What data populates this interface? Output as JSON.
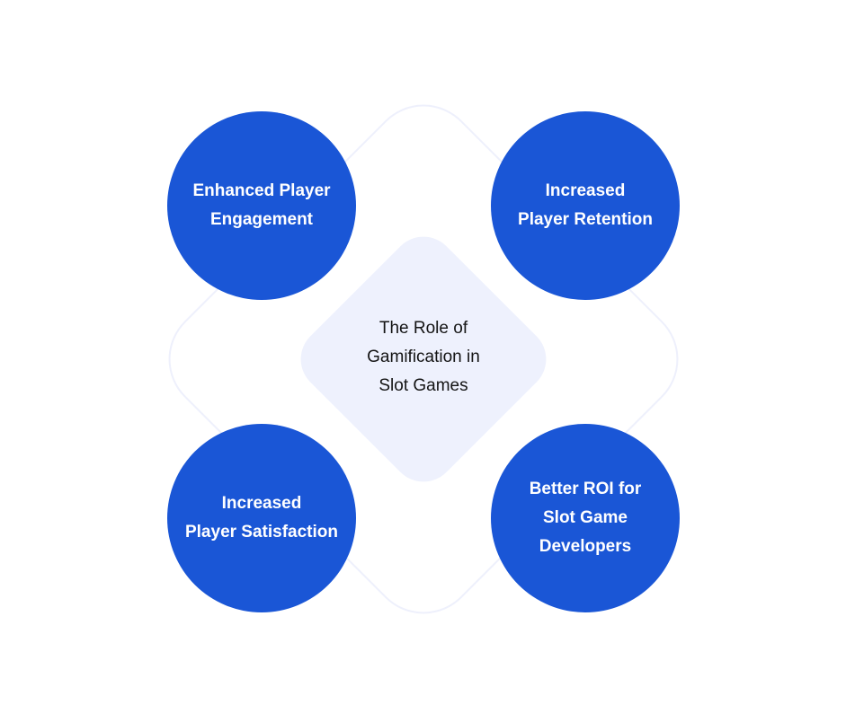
{
  "diagram": {
    "center": {
      "line1": "The Role of",
      "line2": "Gamification in",
      "line3": "Slot Games"
    },
    "nodes": [
      {
        "line1": "Enhanced Player",
        "line2": "Engagement"
      },
      {
        "line1": "Increased",
        "line2": "Player Retention"
      },
      {
        "line1": "Increased",
        "line2": "Player Satisfaction"
      },
      {
        "line1": "Better ROI for",
        "line2": "Slot Game",
        "line3": "Developers"
      }
    ],
    "colors": {
      "circle_fill": "#1a56d6",
      "circle_text": "#ffffff",
      "center_diamond": "#eef1fd",
      "outer_diamond_stroke": "#eef0fc",
      "center_text": "#141414"
    }
  }
}
